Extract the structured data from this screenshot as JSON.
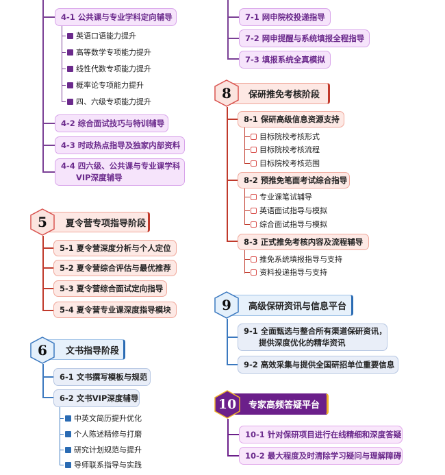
{
  "section4": {
    "items": [
      {
        "label": "4-1 公共课与专业学科定向辅导",
        "subs": [
          "英语口语能力提升",
          "高等数学专项能力提升",
          "线性代数专项能力提升",
          "概率论专项能力提升",
          "四、六级专项能力提升"
        ]
      },
      {
        "label": "4-2 综合面试技巧与特训辅导"
      },
      {
        "label": "4-3 时政热点指导及独家内部资料"
      },
      {
        "label_line1": "4-4 四六级、公共课与专业课学科",
        "label_line2": "VIP深度辅导"
      }
    ]
  },
  "section5": {
    "number": "5",
    "title": "夏令营专项指导阶段",
    "items": [
      "5-1 夏令营深度分析与个人定位",
      "5-2 夏令营综合评估与最优推荐",
      "5-3 夏令营综合面试定向指导",
      "5-4 夏令营专业课深度指导模块"
    ]
  },
  "section6": {
    "number": "6",
    "title": "文书指导阶段",
    "items": [
      {
        "label": "6-1 文书撰写模板与规范"
      },
      {
        "label": "6-2 文书VIP深度辅导",
        "subs": [
          "中英文简历提升优化",
          "个人陈述精修与打磨",
          "研究计划规范与提升",
          "导师联系指导与实践"
        ]
      }
    ]
  },
  "section7": {
    "items": [
      "7-1 网申院校投递指导",
      "7-2 网申提醒与系统填报全程指导",
      "7-3 填报系统全真模拟"
    ]
  },
  "section8": {
    "number": "8",
    "title": "保研推免考核阶段",
    "items": [
      {
        "label": "8-1 保研高级信息资源支持",
        "subs": [
          "目标院校考核形式",
          "目标院校考核流程",
          "目标院校考核范围"
        ]
      },
      {
        "label": "8-2 预推免笔面考试综合指导",
        "subs": [
          "专业课笔试辅导",
          "英语面试指导与模拟",
          "综合面试指导与模拟"
        ]
      },
      {
        "label": "8-3 正式推免考核内容及流程辅导",
        "subs": [
          "推免系统填报指导与支持",
          "资料投递指导与支持"
        ]
      }
    ]
  },
  "section9": {
    "number": "9",
    "title": "高级保研资讯与信息平台",
    "items": [
      {
        "label_line1": "9-1 全面甄选与整合所有渠道保研资讯，",
        "label_line2": "提供深度优化的精华资讯"
      },
      {
        "label": "9-2 高效采集与提供全国研招单位重要信息"
      }
    ]
  },
  "section10": {
    "number": "10",
    "title": "专家高频答疑平台",
    "items": [
      "10-1 针对保研项目进行在线精细和深度答疑",
      "10-2 最大程度及时清除学习疑问与理解障碍"
    ]
  },
  "colors": {
    "purple": "#6b2a8c",
    "red": "#c0392b",
    "blue": "#2a6bb3",
    "dark_purple": "#6b1f8a"
  }
}
